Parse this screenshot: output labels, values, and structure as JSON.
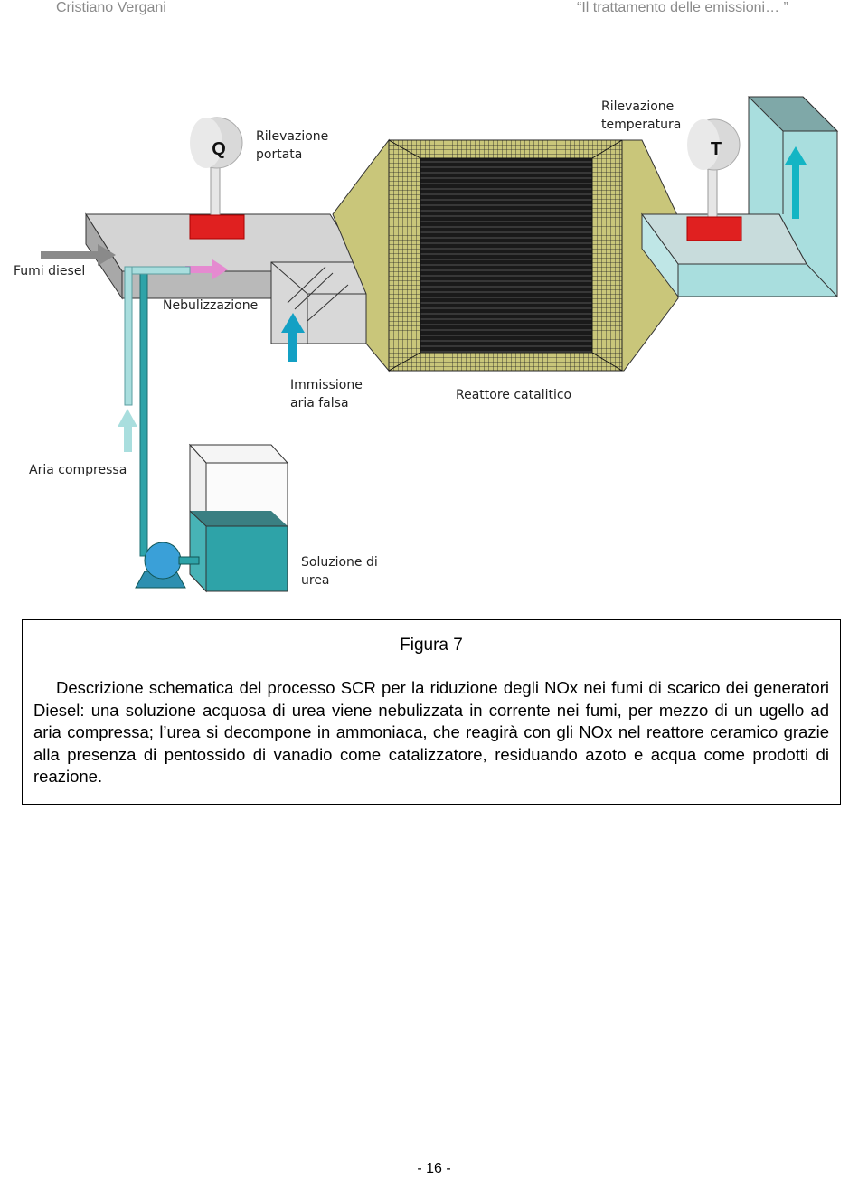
{
  "header": {
    "author": "Cristiano Vergani",
    "title": "“Il trattamento delle emissioni… ”"
  },
  "figure": {
    "labels": {
      "q_symbol": "Q",
      "t_symbol": "T",
      "rilevazione_portata_1": "Rilevazione",
      "rilevazione_portata_2": "portata",
      "rilevazione_temperatura_1": "Rilevazione",
      "rilevazione_temperatura_2": "temperatura",
      "fumi_diesel": "Fumi diesel",
      "nebulizzazione": "Nebulizzazione",
      "immissione_1": "Immissione",
      "immissione_2": "aria falsa",
      "reattore": "Reattore catalitico",
      "aria_compressa": "Aria compressa",
      "soluzione_1": "Soluzione di",
      "soluzione_2": "urea"
    },
    "colors": {
      "duct_gray": "#c8c8c8",
      "reactor_yellow": "#c9c67a",
      "red_base": "#e02020",
      "teal": "#2ea3a8",
      "light_teal": "#a9dede",
      "arrow_cyan": "#13b5c4"
    }
  },
  "caption": {
    "title": "Figura 7",
    "text": "Descrizione schematica del processo SCR per la riduzione degli NOx nei fumi di scarico dei generatori Diesel: una soluzione acquosa di urea viene nebulizzata in corrente nei fumi, per mezzo di un ugello ad aria compressa; l’urea si decompone in ammoniaca, che reagirà con gli NOx nel reattore ceramico grazie alla presenza di pentossido di vanadio come catalizzatore, residuando azoto e acqua come prodotti di reazione."
  },
  "footer": {
    "page_number": "- 16 -"
  }
}
